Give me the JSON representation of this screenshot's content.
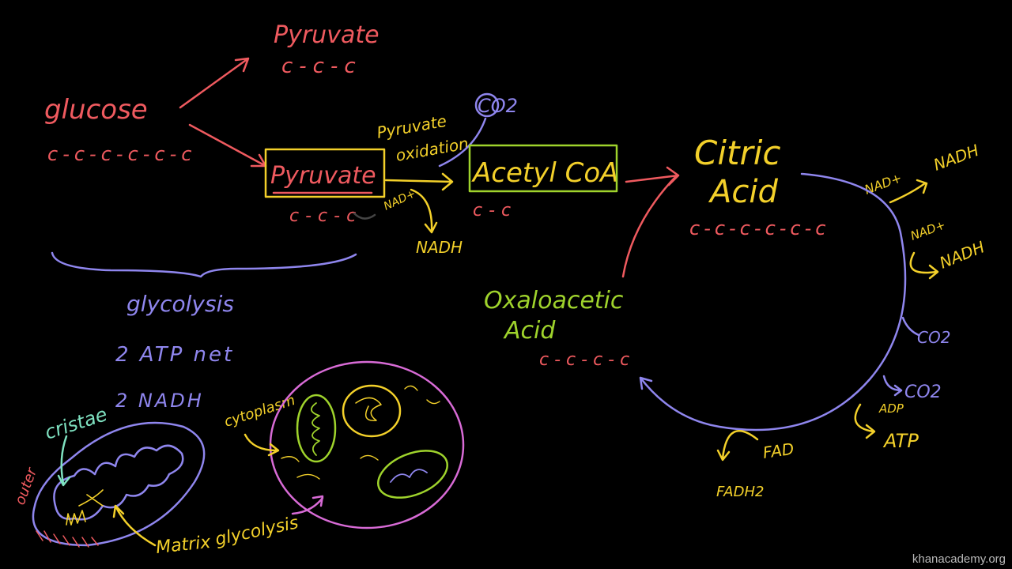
{
  "colors": {
    "red": "#ef5a5f",
    "yellow": "#f3d02a",
    "green": "#9fd32c",
    "purple": "#8f86ee",
    "pink": "#d86bd6",
    "teal": "#7fe2c1",
    "lime": "#b8e34a",
    "background": "#000000"
  },
  "labels": {
    "pyruvate_top": "Pyruvate",
    "pyruvate_top_chain": "c-c-c",
    "glucose": "glucose",
    "glucose_chain": "c-c-c-c-c-c",
    "pyruvate_box": "Pyruvate",
    "pyruvate_box_chain": "c-c-c",
    "pyruvate_oxidation_1": "Pyruvate",
    "pyruvate_oxidation_2": "oxidation",
    "co2_top": "CO2",
    "nad_plus_left": "NAD+",
    "nadh_left": "NADH",
    "acetyl_coa": "Acetyl CoA",
    "acetyl_chain": "c-c",
    "citric_acid_1": "Citric",
    "citric_acid_2": "Acid",
    "citric_chain": "c-c-c-c-c-c",
    "nad_plus_1": "NAD+",
    "nadh_1": "NADH",
    "nad_plus_2": "NAD+",
    "nadh_2": "NADH",
    "co2_right_1": "CO2",
    "co2_right_2": "CO2",
    "adp": "ADP",
    "atp": "ATP",
    "fad": "FAD",
    "fadh2": "FADH2",
    "oxaloacetic_1": "Oxaloacetic",
    "oxaloacetic_2": "Acid",
    "oxalo_chain": "c-c-c-c",
    "glycolysis": "glycolysis",
    "atp_net": "2 ATP net",
    "two_nadh": "2 NADH",
    "cristae": "cristae",
    "outer": "outer",
    "cytoplasm": "cytoplasm",
    "matrix": "Matrix",
    "glycolysis_small": "glycolysis",
    "watermark": "khanacademy.org"
  }
}
